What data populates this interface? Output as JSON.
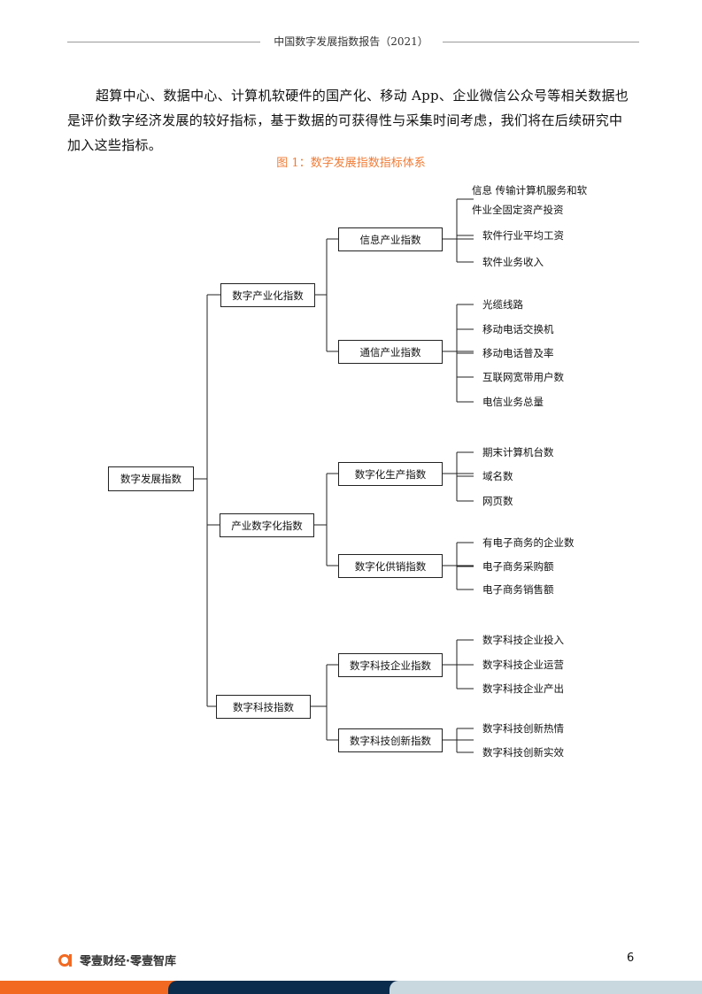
{
  "header": {
    "title": "中国数字发展指数报告（2021）"
  },
  "body": {
    "paragraph": "超算中心、数据中心、计算机软硬件的国产化、移动 App、企业微信公众号等相关数据也是评价数字经济发展的较好指标，基于数据的可获得性与采集时间考虑，我们将在后续研究中加入这些指标。"
  },
  "figure": {
    "caption": "图 1：数字发展指数指标体系",
    "root": "数字发展指数",
    "children": [
      {
        "label": "数字产业化指数",
        "children": [
          {
            "label": "信息产业指数",
            "leaves": [
              "信息 传输计算机服务和软件业全固定资产投资",
              "软件行业平均工资",
              "软件业务收入"
            ]
          },
          {
            "label": "通信产业指数",
            "leaves": [
              "光缆线路",
              "移动电话交换机",
              "移动电话普及率",
              "互联网宽带用户数",
              "电信业务总量"
            ]
          }
        ]
      },
      {
        "label": "产业数字化指数",
        "children": [
          {
            "label": "数字化生产指数",
            "leaves": [
              "期末计算机台数",
              "域名数",
              "网页数"
            ]
          },
          {
            "label": "数字化供销指数",
            "leaves": [
              "有电子商务的企业数",
              "电子商务采购额",
              "电子商务销售额"
            ]
          }
        ]
      },
      {
        "label": "数字科技指数",
        "children": [
          {
            "label": "数字科技企业指数",
            "leaves": [
              "数字科技企业投入",
              "数字科技企业运营",
              "数字科技企业产出"
            ]
          },
          {
            "label": "数字科技创新指数",
            "leaves": [
              "数字科技创新热情",
              "数字科技创新实效"
            ]
          }
        ]
      }
    ]
  },
  "footer": {
    "brand": "零壹财经·零壹智库",
    "page_number": "6"
  },
  "colors": {
    "accent": "#f26a21",
    "navy": "#0b2c4d",
    "light": "#c9d8df"
  }
}
